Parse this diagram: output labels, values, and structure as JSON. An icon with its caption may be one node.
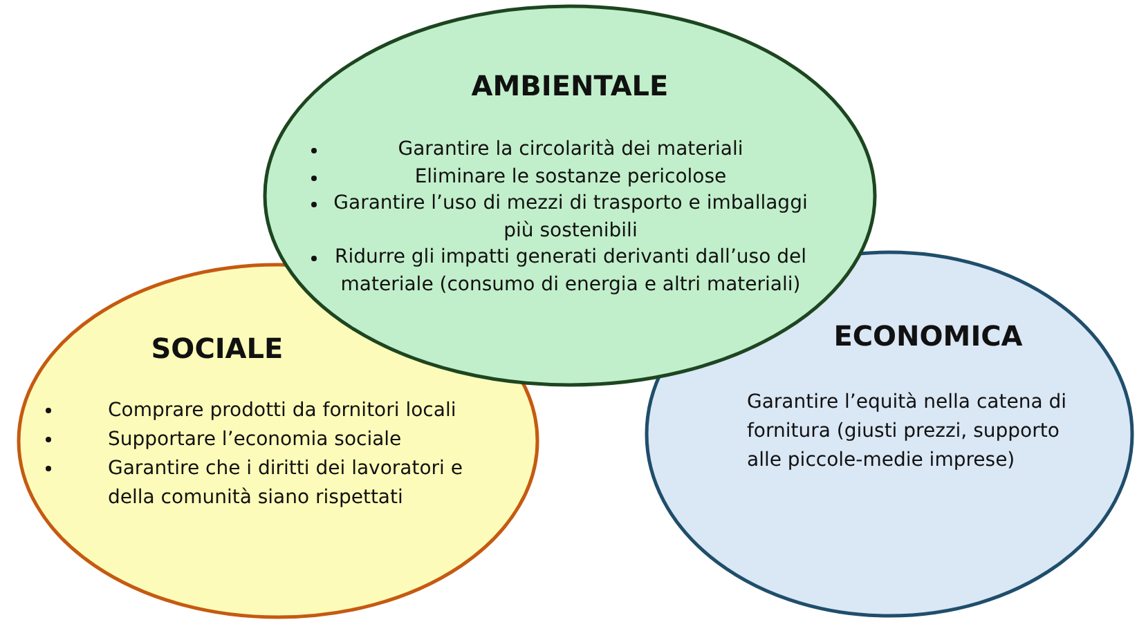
{
  "diagram": {
    "nodes": [
      {
        "text": [
          "AMBIENTALE",
          "Garantire la circolarità dei materiali",
          "Eliminare le sostanze pericolose",
          "Garantire l’uso di mezzi di trasporto e imballaggi più sostenibili",
          "Ridurre gli impatti generati derivanti dall’uso del materiale (consumo di energia e altri materiali)"
        ]
      },
      {
        "text": [
          "SOCIALE",
          "Comprare prodotti da fornitori locali",
          "Supportare l’economia sociale",
          "Garantire che i diritti dei lavoratori e della comunità siano rispettati"
        ]
      },
      {
        "text": [
          "ECONOMICA",
          "Garantire l’equità nella catena di fornitura (giusti prezzi, supporto alle piccole-medie imprese)"
        ]
      }
    ]
  }
}
